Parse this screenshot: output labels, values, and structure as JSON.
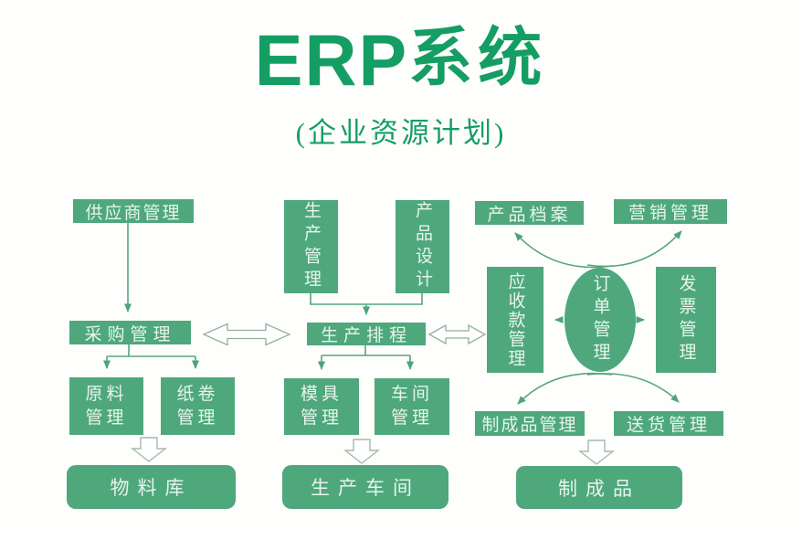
{
  "title": {
    "latin": "ERP",
    "cjk": "系统",
    "subtitle": "(企业资源计划)"
  },
  "colors": {
    "brand_green": "#149e63",
    "node_green": "#4ea87c",
    "node_text": "#e8f4ec",
    "connector_green": "#55a57e",
    "hollow_arrow_outline": "#93af9f",
    "background": "#fefefd"
  },
  "nodes": {
    "supplier": {
      "label": "供应商管理"
    },
    "purchasing": {
      "label": "采购管理"
    },
    "raw_material": {
      "line1": "原料",
      "line2": "管理"
    },
    "paper_roll": {
      "line1": "纸卷",
      "line2": "管理"
    },
    "material_warehouse": {
      "label": "物料库"
    },
    "production_mgmt": {
      "label": "生产管理"
    },
    "product_design": {
      "label": "产品设计"
    },
    "production_scheduling": {
      "label": "生产排程"
    },
    "mold": {
      "line1": "模具",
      "line2": "管理"
    },
    "workshop": {
      "line1": "车间",
      "line2": "管理"
    },
    "production_workshop": {
      "label": "生产车间"
    },
    "product_archive": {
      "label": "产品档案"
    },
    "marketing": {
      "label": "营销管理"
    },
    "receivables": {
      "label": "应收款管理"
    },
    "order": {
      "label": "订单管理"
    },
    "invoice": {
      "label": "发票管理"
    },
    "finished_product_mgmt": {
      "label": "制成品管理"
    },
    "delivery": {
      "label": "送货管理"
    },
    "finished_product": {
      "label": "制成品"
    }
  }
}
